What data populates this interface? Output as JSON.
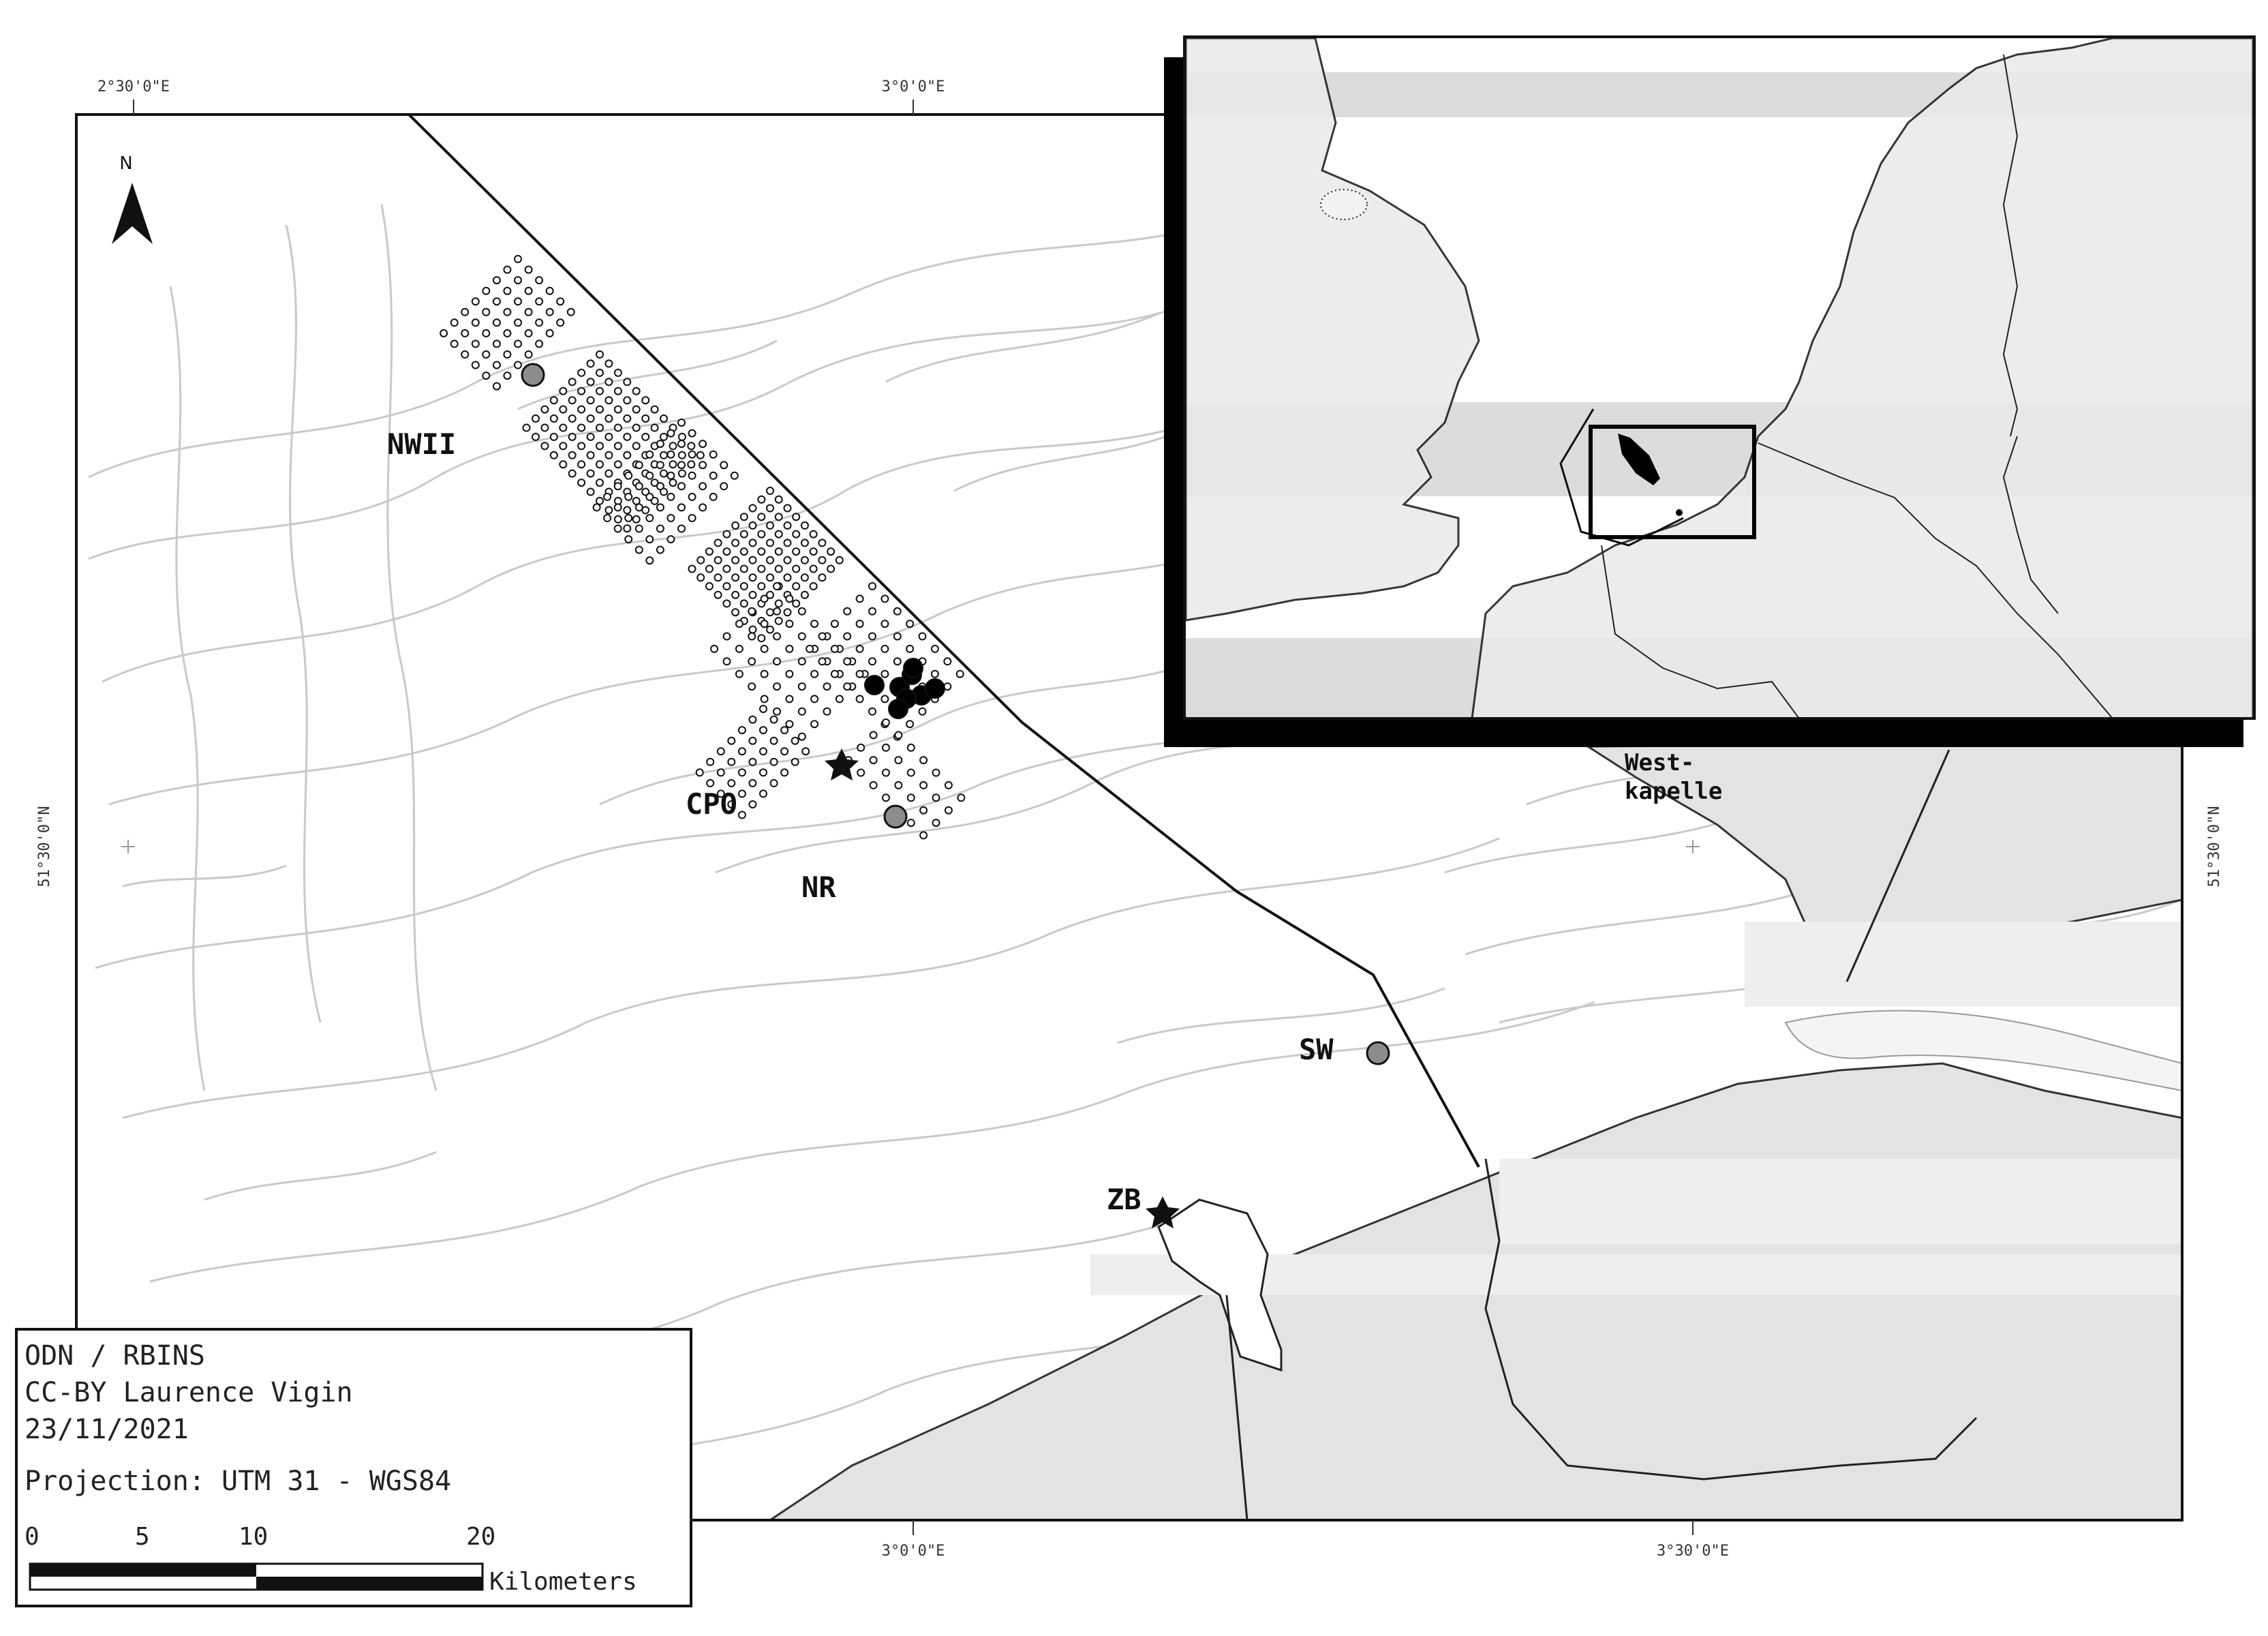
{
  "map": {
    "north_label": "N",
    "graticule": {
      "top": [
        "2°30'0\"E",
        "3°0'0\"E"
      ],
      "bottom": [
        "3°0'0\"E",
        "3°30'0\"E"
      ],
      "left": "51°30'0\"N",
      "right": "51°30'0\"N"
    },
    "sites": {
      "nwii": "NWII",
      "cpo": "CPO",
      "nr": "NR",
      "sw": "SW",
      "zb": "ZB"
    },
    "place_westkapelle": [
      "West-",
      "kapelle"
    ],
    "colors": {
      "land": "#e3e3e3",
      "land_band": "#eeeeee",
      "sea": "#ffffff",
      "bathymetry": "#c9c9c9",
      "outline": "#111111",
      "station_grey": "#8c8c8c",
      "turbine_filled": "#000000"
    }
  },
  "legend": {
    "credit_lines": [
      "ODN / RBINS",
      "CC-BY  Laurence Vigin",
      "23/11/2021"
    ],
    "projection": "Projection: UTM 31 - WGS84",
    "scale_ticks": [
      "0",
      "5",
      "10",
      "20"
    ],
    "scale_unit": "Kilometers"
  }
}
